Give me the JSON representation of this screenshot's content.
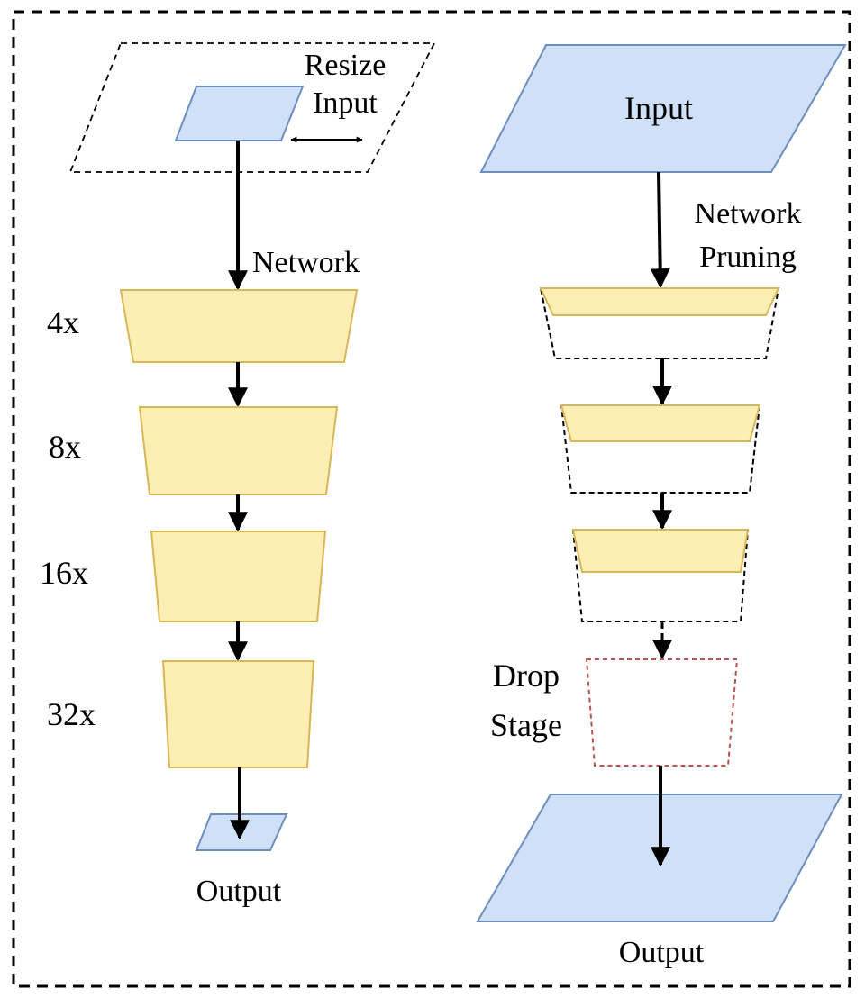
{
  "left_panel": {
    "resize_label_line1": "Resize",
    "resize_label_line2": "Input",
    "network_label": "Network",
    "scales": [
      "4x",
      "8x",
      "16x",
      "32x"
    ],
    "output_label": "Output"
  },
  "right_panel": {
    "input_label": "Input",
    "pruning_label_line1": "Network",
    "pruning_label_line2": "Pruning",
    "drop_label_line1": "Drop",
    "drop_label_line2": "Stage",
    "output_label": "Output"
  },
  "colors": {
    "input_fill": "#cfe0f7",
    "input_stroke": "#6c8ebf",
    "stage_fill": "#fdeeb4",
    "stage_stroke": "#d6b656",
    "drop_stroke": "#b85450",
    "line": "#000000"
  }
}
